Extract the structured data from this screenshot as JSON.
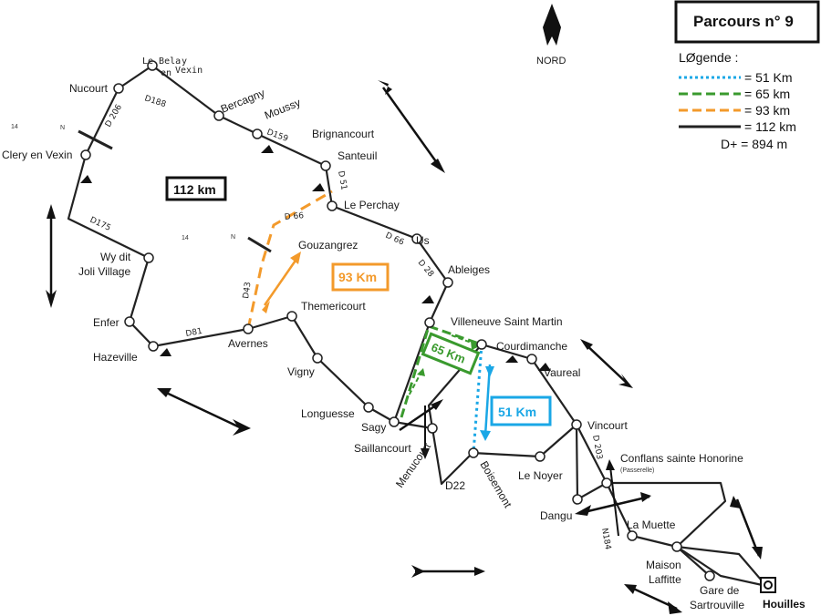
{
  "title": "Parcours n° 9",
  "north_label": "NORD",
  "legend": {
    "heading": "LØgende :",
    "items": [
      {
        "label": "= 51 Km",
        "color": "#1aa7e6",
        "style": "dotted"
      },
      {
        "label": "= 65 km",
        "color": "#3a9a2e",
        "style": "dashed"
      },
      {
        "label": "= 93 km",
        "color": "#f39a2b",
        "style": "dashed"
      },
      {
        "label": "= 112 km",
        "color": "#222222",
        "style": "solid"
      }
    ],
    "elevation": "D+ = 894 m"
  },
  "distance_tags": {
    "km112": "112 km",
    "km93": "93 Km",
    "km65": "65 Km",
    "km51": "51 Km"
  },
  "places": {
    "nucourt": "Nucourt",
    "lebelay1": "Le Bela",
    "lebelay2": "y",
    "envexin": "en",
    "envexin2": "Vexin",
    "bercagny": "Bercagny",
    "moussy": "Moussy",
    "brignancourt": "Brignancourt",
    "santeuil": "Santeuil",
    "leperchay": "Le Perchay",
    "clery": "Clery en Vexin",
    "gouzangrez": "Gouzangrez",
    "us": "Us",
    "ableiges": "Ableiges",
    "wy1": "Wy dit",
    "wy2": "Joli Village",
    "themericourt": "Themericourt",
    "enfer": "Enfer",
    "hazeville": "Hazeville",
    "avernes": "Avernes",
    "vigny": "Vigny",
    "villeneuve": "Villeneuve Saint Martin",
    "courdimanche": "Courdimanche",
    "vaureal": "Vaureal",
    "longuesse": "Longuesse",
    "sagy": "Sagy",
    "saillancourt": "Saillancourt",
    "menucourt": "Menucourt",
    "boisemont": "Boisemont",
    "lenoyer": "Le Noyer",
    "vincourt": "Vincourt",
    "conflans": "Conflans sainte Honorine",
    "passerelle": "(Passerelle)",
    "dangu": "Dangu",
    "lamuette": "La Muette",
    "maison1": "Maison",
    "maison2": "Laffitte",
    "gare1": "Gare de",
    "gare2": "Sartrouville",
    "houilles": "Houilles"
  },
  "roads": {
    "d188": "D188",
    "d206": "D 206",
    "d159": "D159",
    "d51": "D 51",
    "d66a": "D 66",
    "d66b": "D 66",
    "d28": "D 28",
    "d175": "D175",
    "d43": "D43",
    "d81": "D81",
    "d22": "D22",
    "d203": "D 203",
    "n184": "N184"
  },
  "misc": {
    "n14a_num": "14",
    "n14a_n": "N",
    "n14b_num": "14",
    "n14b_n": "N"
  }
}
